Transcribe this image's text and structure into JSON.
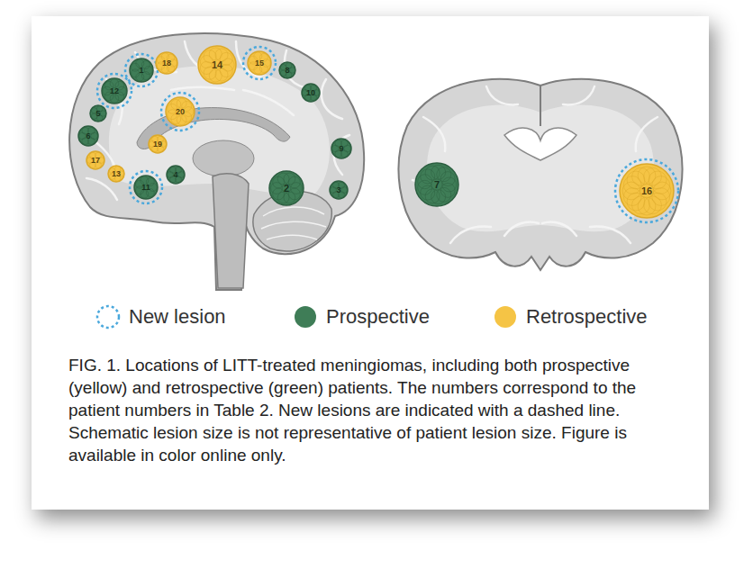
{
  "diagram": {
    "caption": "FIG. 1. Locations of LITT-treated meningiomas, including both prospective (yellow) and retrospective (green) patients. The numbers correspond to the patient numbers in Table 2. New lesions are indicated with a dashed line. Schematic lesion size is not representative of patient lesion size. Figure is available in color online only.",
    "nodes": [
      {
        "text": [
          "1"
        ]
      },
      {
        "text": [
          "2"
        ]
      },
      {
        "text": [
          "3"
        ]
      },
      {
        "text": [
          "4"
        ]
      },
      {
        "text": [
          "5"
        ]
      },
      {
        "text": [
          "6"
        ]
      },
      {
        "text": [
          "7"
        ]
      },
      {
        "text": [
          "8"
        ]
      },
      {
        "text": [
          "9"
        ]
      },
      {
        "text": [
          "10"
        ]
      },
      {
        "text": [
          "11"
        ]
      },
      {
        "text": [
          "12"
        ]
      },
      {
        "text": [
          "13"
        ]
      },
      {
        "text": [
          "14"
        ]
      },
      {
        "text": [
          "15"
        ]
      },
      {
        "text": [
          "16"
        ]
      },
      {
        "text": [
          "17"
        ]
      },
      {
        "text": [
          "18"
        ]
      },
      {
        "text": [
          "19"
        ]
      },
      {
        "text": [
          "20"
        ]
      }
    ],
    "legend": [
      {
        "text": "New lesion"
      },
      {
        "text": "Prospective",
        "color": "#3f7d57"
      },
      {
        "text": "Retrospective",
        "color": "#f5c445"
      }
    ]
  }
}
